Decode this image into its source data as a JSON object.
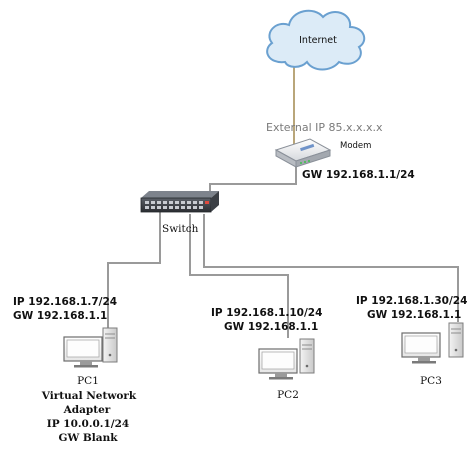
{
  "internet": {
    "label": "Internet"
  },
  "modem": {
    "name": "Modem",
    "external_ip": "External IP 85.x.x.x.x",
    "gateway": "GW 192.168.1.1/24"
  },
  "switch": {
    "name": "Switch"
  },
  "pcs": [
    {
      "name": "PC1",
      "ip": "IP 192.168.1.7/24",
      "gw": "GW 192.168.1.1",
      "extra": [
        "Virtual Network",
        "Adapter",
        "IP 10.0.0.1/24",
        "GW Blank"
      ]
    },
    {
      "name": "PC2",
      "ip": "IP 192.168.1.10/24",
      "gw": "GW 192.168.1.1"
    },
    {
      "name": "PC3",
      "ip": "IP 192.168.1.30/24",
      "gw": "GW 192.168.1.1"
    }
  ],
  "colors": {
    "cloud_fill": "#dcebf7",
    "cloud_stroke": "#6aa0d0",
    "wire": "#9a9a9a",
    "internet_wire": "#b9a67a"
  }
}
